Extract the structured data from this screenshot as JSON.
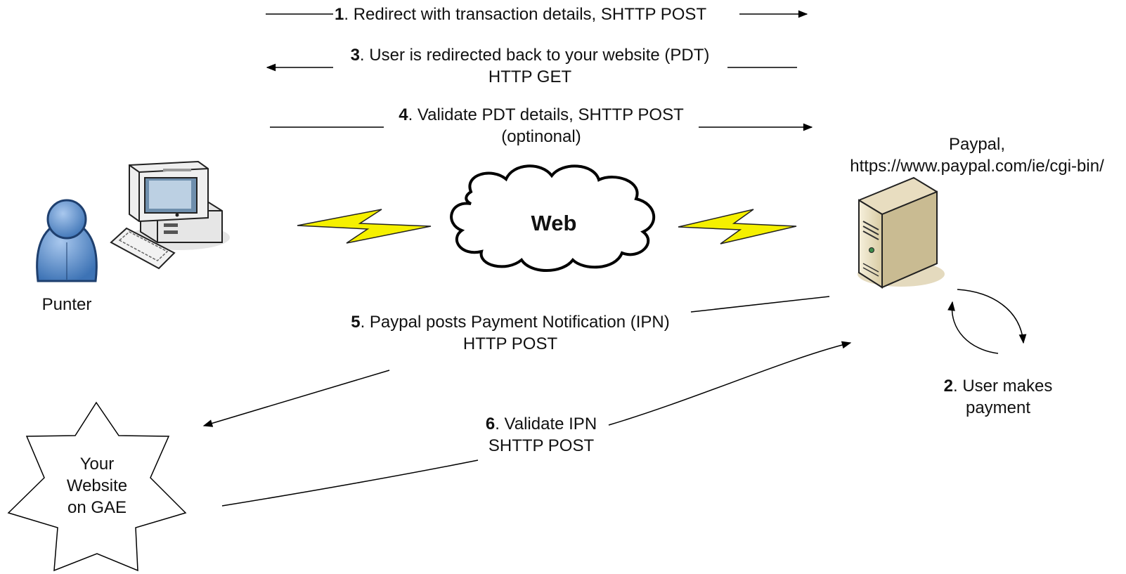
{
  "steps": [
    {
      "num": "1",
      "line1": ". Redirect with transaction details, SHTTP POST",
      "line2": ""
    },
    {
      "num": "3",
      "line1": ". User is redirected back to your website (PDT)",
      "line2": "HTTP GET"
    },
    {
      "num": "4",
      "line1": ". Validate PDT details, SHTTP POST",
      "line2": "(optinonal)"
    },
    {
      "num": "5",
      "line1": ". Paypal posts Payment Notification (IPN)",
      "line2": "HTTP POST"
    },
    {
      "num": "6",
      "line1": ". Validate IPN",
      "line2": "SHTTP POST"
    },
    {
      "num": "2",
      "line1": ". User makes",
      "line2": "payment"
    }
  ],
  "nodes": {
    "punter": "Punter",
    "web": "Web",
    "paypal_name": "Paypal,",
    "paypal_url": "https://www.paypal.com/ie/cgi-bin/",
    "website_line1": "Your",
    "website_line2": "Website",
    "website_line3": "on GAE"
  },
  "colors": {
    "user_blue": "#5b8fc9",
    "lightning_yellow": "#f5f000",
    "server_beige": "#e8ddc0",
    "computer_grey": "#d9d9d9"
  }
}
